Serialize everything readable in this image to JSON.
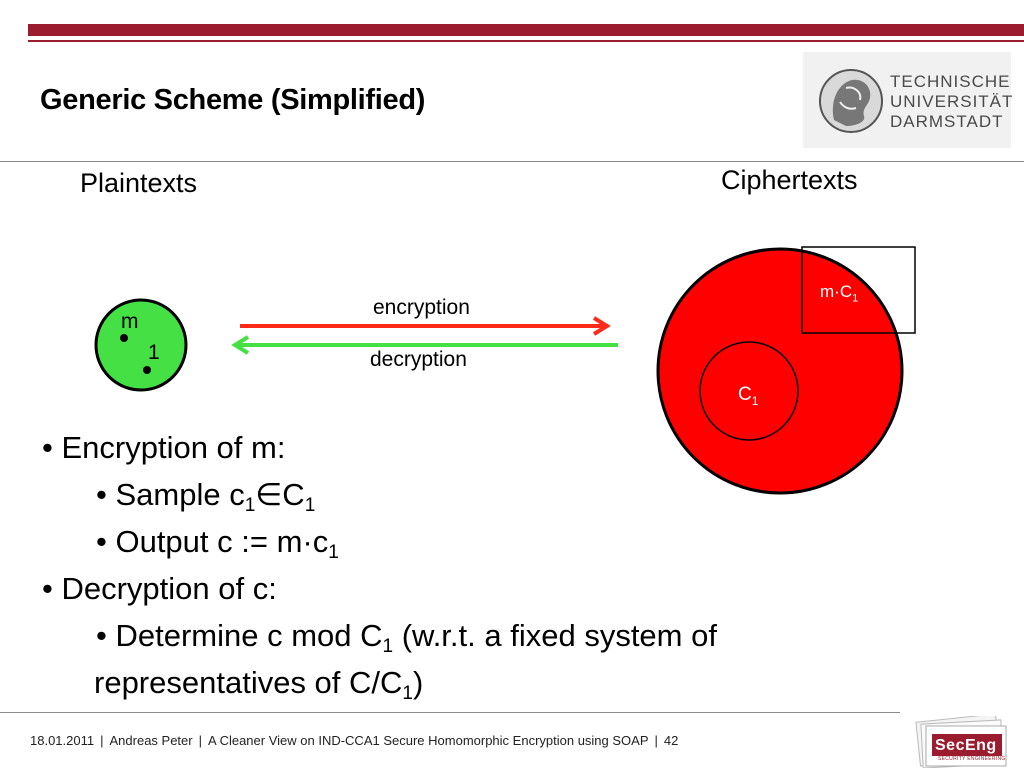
{
  "title": "Generic Scheme (Simplified)",
  "logo": {
    "line1": "TECHNISCHE",
    "line2": "UNIVERSITÄT",
    "line3": "DARMSTADT"
  },
  "diagram": {
    "plaintexts_label": "Plaintexts",
    "ciphertexts_label": "Ciphertexts",
    "encryption_label": "encryption",
    "decryption_label": "decryption",
    "point_m": "m",
    "point_1": "1",
    "coset_base": "m·C",
    "coset_sub": "1",
    "subgroup_base": "C",
    "subgroup_sub": "1",
    "colors": {
      "plaintext_fill": "#44e044",
      "ciphertext_fill": "#ff0000",
      "encryption_arrow": "#ff2a1a",
      "decryption_arrow": "#44e044"
    }
  },
  "bullets": {
    "b1": "Encryption of m:",
    "b2_pre": "Sample c",
    "b2_sub1": "1",
    "b2_mid": "∈C",
    "b2_sub2": "1",
    "b3_pre": "Output c := m·c",
    "b3_sub": "1",
    "b4": "Decryption of c:",
    "b5_pre": "Determine c mod C",
    "b5_sub": "1",
    "b5_post": " (w.r.t. a fixed system of",
    "b6_pre": "representatives of C/C",
    "b6_sub": "1",
    "b6_post": ")"
  },
  "footer": {
    "date": "18.01.2011",
    "author": "Andreas Peter",
    "talk": "A Cleaner View on IND-CCA1 Secure Homomorphic Encryption using SOAP",
    "page": "42",
    "sep": "|"
  },
  "seceng": {
    "name": "SecEng",
    "tagline": "SECURITY ENGINEERING"
  }
}
